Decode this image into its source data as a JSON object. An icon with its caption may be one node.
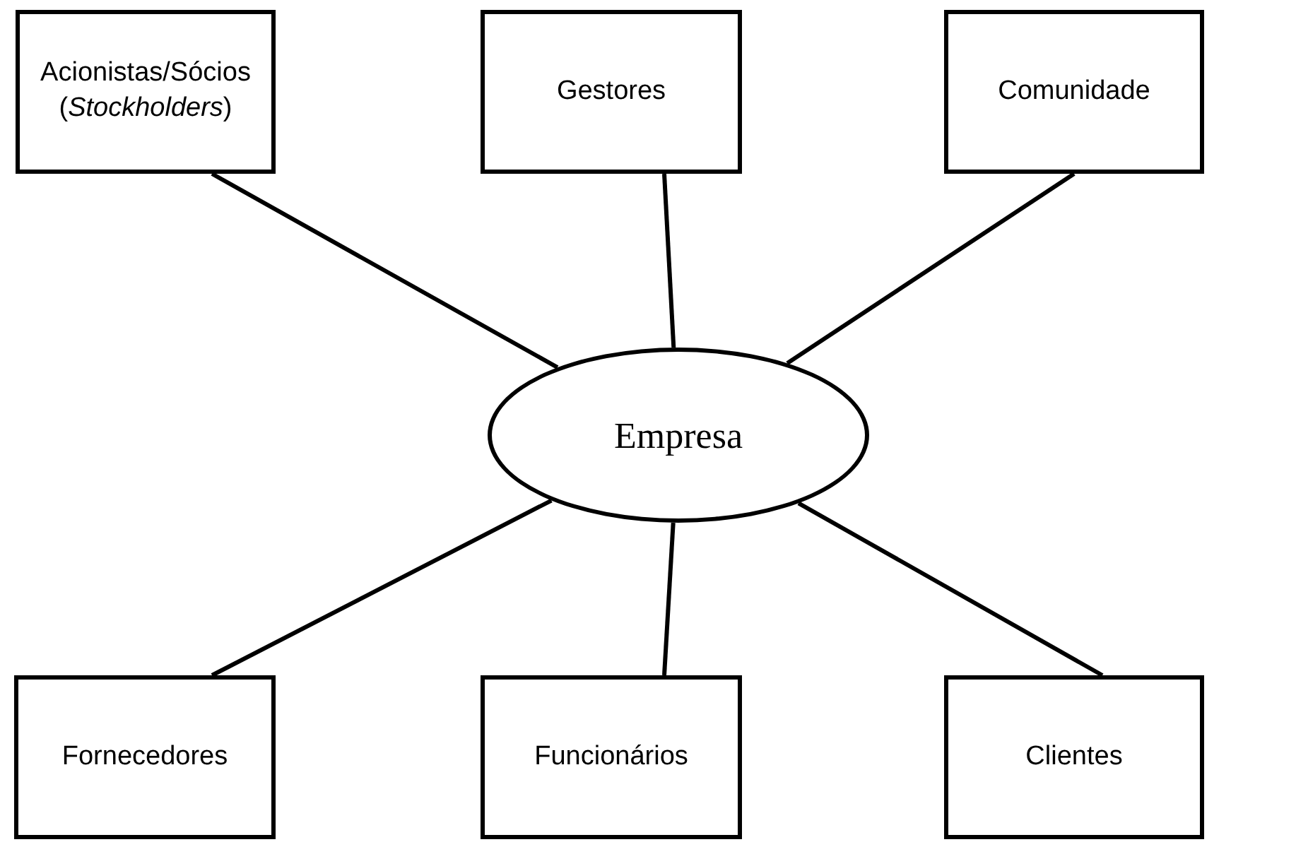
{
  "diagram": {
    "nodes": [
      {
        "text": [
          "Acionistas/Sócios (*Stockholders*)"
        ]
      },
      {
        "text": [
          "Gestores"
        ]
      },
      {
        "text": [
          "Comunidade"
        ]
      },
      {
        "text": [
          "Empresa"
        ]
      },
      {
        "text": [
          "Fornecedores"
        ]
      },
      {
        "text": [
          "Funcionários"
        ]
      },
      {
        "text": [
          "Clientes"
        ]
      }
    ],
    "edges": [
      {
        "from": 3,
        "to": 0,
        "arrow": "none"
      },
      {
        "from": 3,
        "to": 1,
        "arrow": "none"
      },
      {
        "from": 3,
        "to": 2,
        "arrow": "none"
      },
      {
        "from": 3,
        "to": 4,
        "arrow": "none"
      },
      {
        "from": 3,
        "to": 5,
        "arrow": "none"
      },
      {
        "from": 3,
        "to": 6,
        "arrow": "none"
      }
    ]
  }
}
